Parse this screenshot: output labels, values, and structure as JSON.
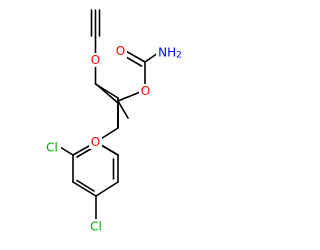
{
  "molecule": {
    "atoms": {
      "o_ether_top": "O",
      "o_ester": "O",
      "o_carbonyl": "O",
      "nh2": "NH2",
      "o_aryl": "O",
      "cl_ortho": "Cl",
      "cl_para": "Cl"
    },
    "colors": {
      "bond": "#000000",
      "oxygen": "#ff0000",
      "nitrogen": "#0000ff",
      "chlorine": "#00aa00"
    }
  }
}
